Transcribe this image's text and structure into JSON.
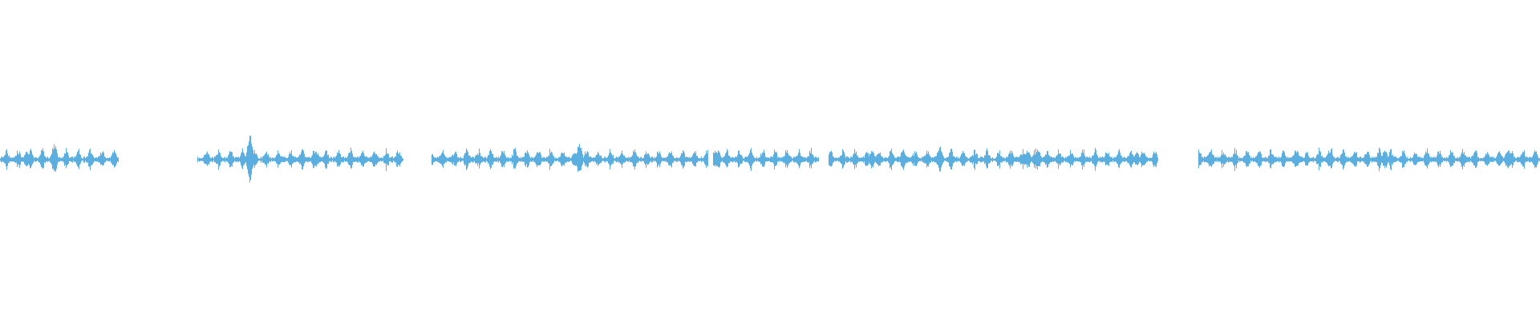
{
  "waveform": {
    "color": "#5aaee0",
    "background": "#ffffff",
    "duration_fraction_segments": [
      {
        "start": 0.0,
        "end": 0.077
      },
      {
        "start": 0.128,
        "end": 0.262
      },
      {
        "start": 0.28,
        "end": 0.46
      },
      {
        "start": 0.463,
        "end": 0.532
      },
      {
        "start": 0.538,
        "end": 0.752
      },
      {
        "start": 0.778,
        "end": 1.0
      }
    ],
    "peaks": [
      {
        "pos": 0.017,
        "amp": 0.25
      },
      {
        "pos": 0.035,
        "amp": 0.55
      },
      {
        "pos": 0.066,
        "amp": 0.2
      },
      {
        "pos": 0.162,
        "amp": 0.95
      },
      {
        "pos": 0.196,
        "amp": 0.35
      },
      {
        "pos": 0.205,
        "amp": 0.3
      },
      {
        "pos": 0.349,
        "amp": 0.3
      },
      {
        "pos": 0.376,
        "amp": 0.55
      },
      {
        "pos": 0.466,
        "amp": 0.35
      },
      {
        "pos": 0.511,
        "amp": 0.25
      },
      {
        "pos": 0.566,
        "amp": 0.3
      },
      {
        "pos": 0.61,
        "amp": 0.45
      },
      {
        "pos": 0.674,
        "amp": 0.35
      },
      {
        "pos": 0.667,
        "amp": 0.35
      },
      {
        "pos": 0.738,
        "amp": 0.25
      },
      {
        "pos": 0.785,
        "amp": 0.25
      },
      {
        "pos": 0.842,
        "amp": 0.3
      },
      {
        "pos": 0.863,
        "amp": 0.3
      },
      {
        "pos": 0.899,
        "amp": 0.35
      },
      {
        "pos": 0.979,
        "amp": 0.35
      }
    ]
  }
}
